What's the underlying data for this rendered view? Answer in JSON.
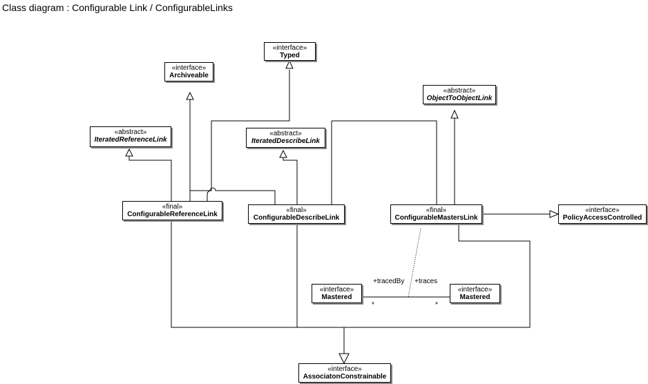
{
  "title": "Class diagram : Configurable Link / ConfigurableLinks",
  "classes": {
    "typed": {
      "stereotype": "«interface»",
      "name": "Typed"
    },
    "archiveable": {
      "stereotype": "«interface»",
      "name": "Archiveable"
    },
    "object_to_object_link": {
      "stereotype": "«abstract»",
      "name": "ObjectToObjectLink"
    },
    "iterated_reference_link": {
      "stereotype": "«abstract»",
      "name": "IteratedReferenceLink"
    },
    "iterated_describe_link": {
      "stereotype": "«abstract»",
      "name": "IteratedDescribeLink"
    },
    "configurable_reference_link": {
      "stereotype": "«final»",
      "name": "ConfigurableReferenceLink"
    },
    "configurable_describe_link": {
      "stereotype": "«final»",
      "name": "ConfigurableDescribeLink"
    },
    "configurable_masters_link": {
      "stereotype": "«final»",
      "name": "ConfigurableMastersLink"
    },
    "policy_access_controlled": {
      "stereotype": "«interface»",
      "name": "PolicyAccessControlled"
    },
    "mastered_left": {
      "stereotype": "«interface»",
      "name": "Mastered"
    },
    "mastered_right": {
      "stereotype": "«interface»",
      "name": "Mastered"
    },
    "associaton_constrainable": {
      "stereotype": "«interface»",
      "name": "AssociatonConstrainable"
    }
  },
  "association": {
    "role_left": "+tracedBy",
    "role_right": "+traces",
    "multiplicity_left": "*",
    "multiplicity_right": "*"
  }
}
